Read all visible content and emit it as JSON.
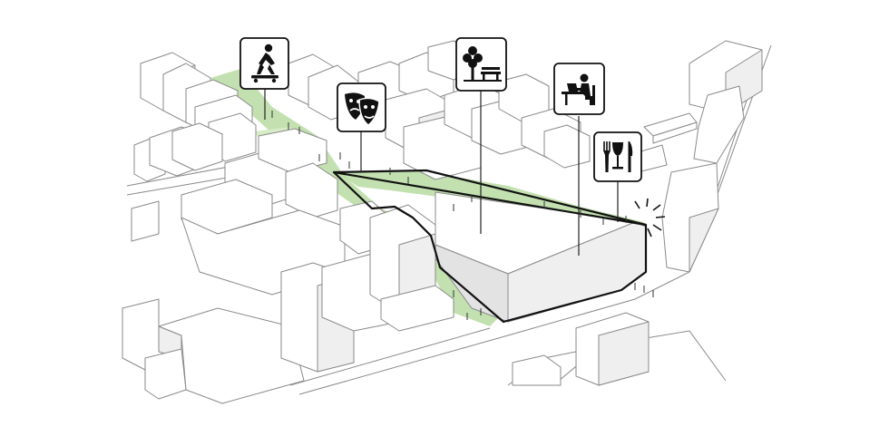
{
  "colors": {
    "background": "#ffffff",
    "building_fill": "#ffffff",
    "building_stroke": "#8a8a8a",
    "green_space": "#b9dba2",
    "site_outline": "#111111"
  },
  "icons": [
    {
      "name": "skateboarder-icon",
      "meaning": "skateboarding"
    },
    {
      "name": "theatre-masks-icon",
      "meaning": "theatre"
    },
    {
      "name": "tree-bench-icon",
      "meaning": "park"
    },
    {
      "name": "person-at-laptop-icon",
      "meaning": "workspace"
    },
    {
      "name": "fork-glass-knife-icon",
      "meaning": "dining"
    }
  ]
}
